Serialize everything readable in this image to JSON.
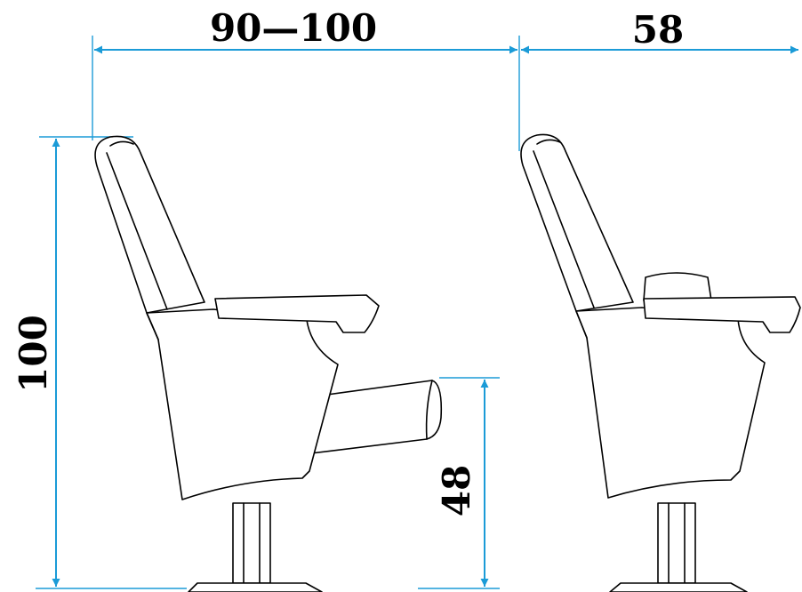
{
  "dimensions": {
    "total_depth": "90—100",
    "folded_depth": "58",
    "total_height": "100",
    "seat_height": "48"
  },
  "colors": {
    "dimension_lines": "#1b9bd7",
    "outline": "#000000",
    "background": "#ffffff"
  }
}
